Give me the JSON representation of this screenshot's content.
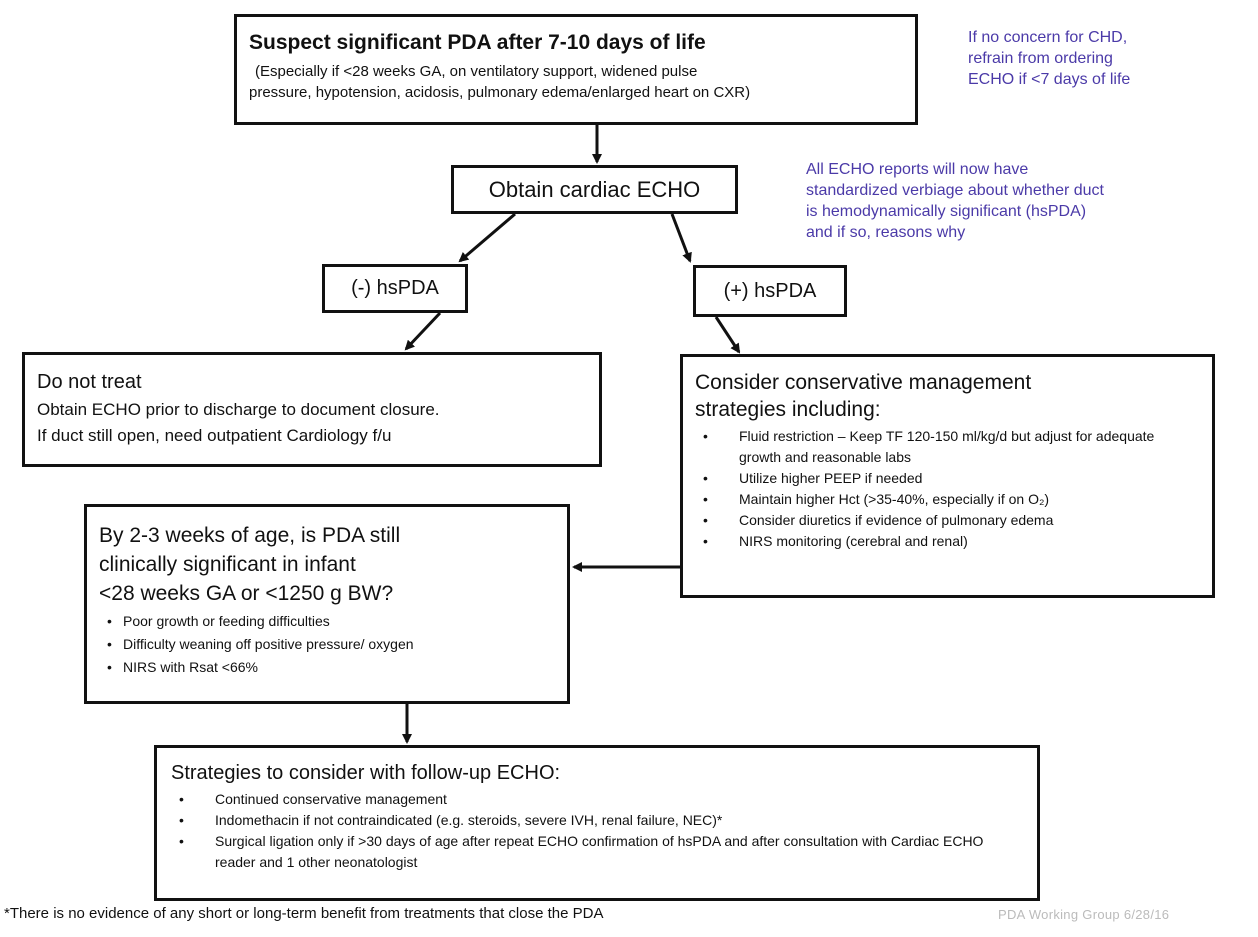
{
  "top": {
    "title": "Suspect significant PDA after 7-10 days of life",
    "line1": "(Especially if <28 weeks GA, on ventilatory support, widened pulse",
    "line2": "pressure, hypotension, acidosis, pulmonary edema/enlarged heart on CXR)"
  },
  "note1": [
    "If no concern for CHD,",
    "refrain from ordering",
    "ECHO if <7 days of life"
  ],
  "note2": [
    "All ECHO reports will now have",
    "standardized verbiage about whether duct",
    "is hemodynamically significant (hsPDA)",
    "and if so, reasons why"
  ],
  "echo_label": "Obtain cardiac ECHO",
  "neg_label": "(-) hsPDA",
  "pos_label": "(+) hsPDA",
  "no_treat": {
    "title": "Do not treat",
    "line1": "Obtain ECHO prior to discharge to document closure.",
    "line2": "If duct still open, need outpatient Cardiology f/u"
  },
  "conservative": {
    "title1": "Consider conservative management",
    "title2": "strategies including:",
    "items": [
      "Fluid restriction – Keep TF 120-150 ml/kg/d but adjust for adequate growth and reasonable labs",
      "Utilize higher PEEP if needed",
      "Maintain higher Hct (>35-40%, especially if on O₂)",
      "Consider diuretics if evidence of pulmonary edema",
      "NIRS monitoring (cerebral and renal)"
    ]
  },
  "question": {
    "line1": "By 2-3 weeks of age, is PDA still",
    "line2": "clinically significant in infant",
    "line3": "<28 weeks GA or <1250 g BW?",
    "items": [
      "Poor growth or feeding difficulties",
      "Difficulty weaning off positive pressure/ oxygen",
      "NIRS with Rsat <66%"
    ]
  },
  "strategies": {
    "title": "Strategies to consider with follow-up ECHO:",
    "items": [
      "Continued conservative management",
      "Indomethacin if not contraindicated (e.g. steroids, severe IVH, renal failure, NEC)*",
      "Surgical ligation only if >30 days of age after repeat ECHO confirmation of hsPDA and after consultation with Cardiac ECHO reader and 1 other neonatologist"
    ]
  },
  "footnote": "*There is no evidence of any short or long-term benefit from treatments that close the PDA",
  "stamp": "PDA Working Group 6/28/16",
  "colors": {
    "note": "#4b3aa8",
    "line": "#111111"
  }
}
